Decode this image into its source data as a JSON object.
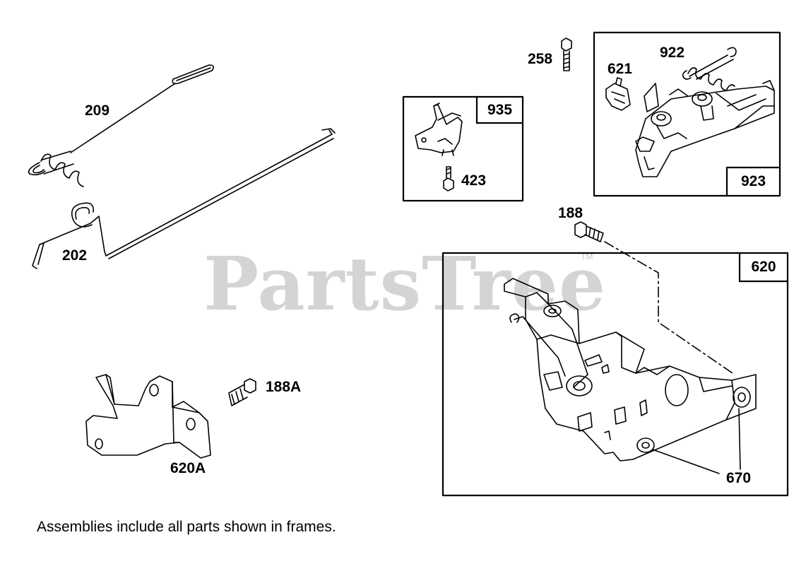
{
  "watermark": {
    "text": "PartsTree",
    "trademark": "TM"
  },
  "parts": {
    "p209": "209",
    "p202": "202",
    "p258": "258",
    "p621": "621",
    "p922": "922",
    "p935": "935",
    "p423": "423",
    "p923": "923",
    "p188": "188",
    "p620": "620",
    "p188a": "188A",
    "p620a": "620A",
    "p670": "670"
  },
  "footnote": "Assemblies include all parts shown in frames.",
  "colors": {
    "line": "#000000",
    "watermark": "#d4d4d4",
    "background": "#ffffff"
  }
}
